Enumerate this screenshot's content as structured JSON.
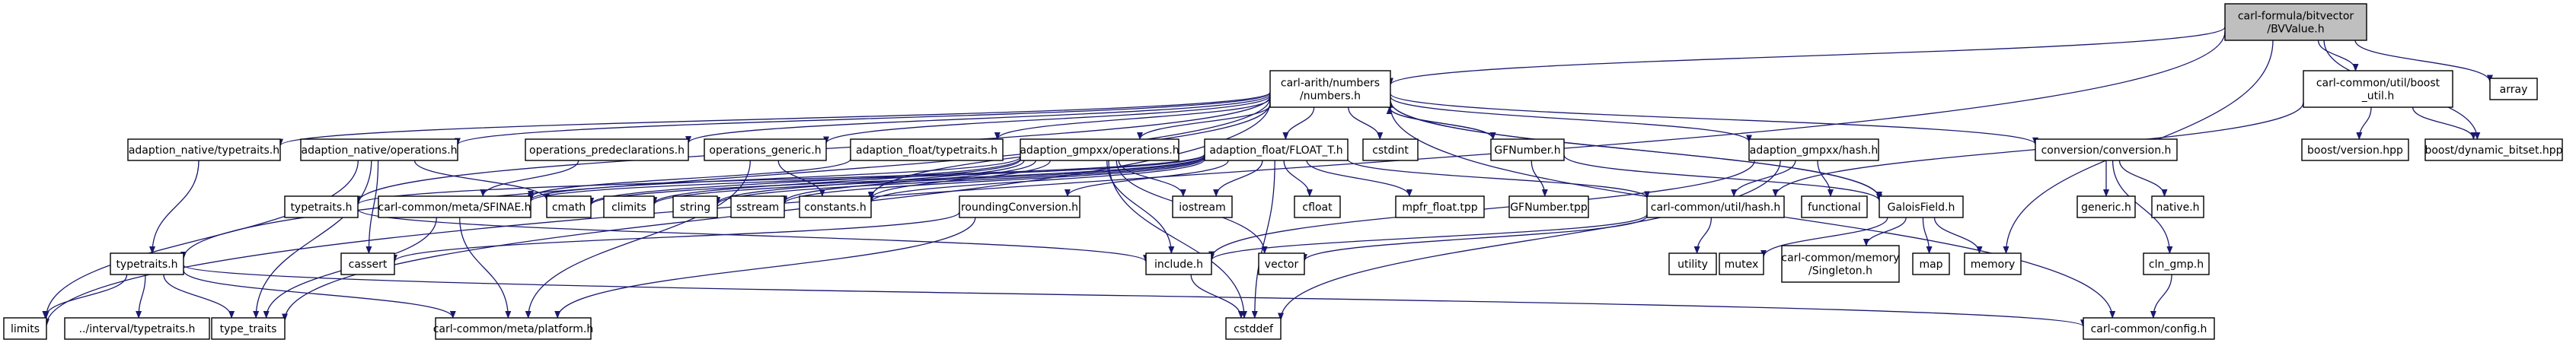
{
  "nodes": [
    {
      "id": "bv",
      "lines": [
        "carl-formula/bitvector",
        "/BVValue.h"
      ],
      "style": "root"
    },
    {
      "id": "numbers",
      "lines": [
        "carl-arith/numbers",
        "/numbers.h"
      ],
      "style": "normal"
    },
    {
      "id": "boostutil",
      "lines": [
        "carl-common/util/boost",
        "_util.h"
      ],
      "style": "normal"
    },
    {
      "id": "array",
      "lines": [
        "array"
      ],
      "style": "system"
    },
    {
      "id": "an_typetraits",
      "lines": [
        "adaption_native/typetraits.h"
      ],
      "style": "normal"
    },
    {
      "id": "an_operations",
      "lines": [
        "adaption_native/operations.h"
      ],
      "style": "normal"
    },
    {
      "id": "op_predecl",
      "lines": [
        "operations_predeclarations.h"
      ],
      "style": "normal"
    },
    {
      "id": "op_generic",
      "lines": [
        "operations_generic.h"
      ],
      "style": "normal"
    },
    {
      "id": "af_typetraits",
      "lines": [
        "adaption_float/typetraits.h"
      ],
      "style": "normal"
    },
    {
      "id": "ag_operations",
      "lines": [
        "adaption_gmpxx/operations.h"
      ],
      "style": "normal"
    },
    {
      "id": "af_floatt",
      "lines": [
        "adaption_float/FLOAT_T.h"
      ],
      "style": "normal"
    },
    {
      "id": "cstdint",
      "lines": [
        "cstdint"
      ],
      "style": "system"
    },
    {
      "id": "gfnumber",
      "lines": [
        "GFNumber.h"
      ],
      "style": "normal"
    },
    {
      "id": "ag_hash",
      "lines": [
        "adaption_gmpxx/hash.h"
      ],
      "style": "normal"
    },
    {
      "id": "conversion",
      "lines": [
        "conversion/conversion.h"
      ],
      "style": "normal"
    },
    {
      "id": "boostversion",
      "lines": [
        "boost/version.hpp"
      ],
      "style": "system"
    },
    {
      "id": "dynbitset",
      "lines": [
        "boost/dynamic_bitset.hpp"
      ],
      "style": "system"
    },
    {
      "id": "typetraits_h",
      "lines": [
        "typetraits.h"
      ],
      "style": "normal"
    },
    {
      "id": "sfinae",
      "lines": [
        "carl-common/meta/SFINAE.h"
      ],
      "style": "normal"
    },
    {
      "id": "cmath",
      "lines": [
        "cmath"
      ],
      "style": "system"
    },
    {
      "id": "climits",
      "lines": [
        "climits"
      ],
      "style": "system"
    },
    {
      "id": "string",
      "lines": [
        "string"
      ],
      "style": "system"
    },
    {
      "id": "sstream",
      "lines": [
        "sstream"
      ],
      "style": "system"
    },
    {
      "id": "constants",
      "lines": [
        "constants.h"
      ],
      "style": "normal"
    },
    {
      "id": "roundconv",
      "lines": [
        "roundingConversion.h"
      ],
      "style": "normal"
    },
    {
      "id": "iostream",
      "lines": [
        "iostream"
      ],
      "style": "system"
    },
    {
      "id": "cfloat",
      "lines": [
        "cfloat"
      ],
      "style": "system"
    },
    {
      "id": "mpfrfloat",
      "lines": [
        "mpfr_float.tpp"
      ],
      "style": "normal"
    },
    {
      "id": "gfnumbertpp",
      "lines": [
        "GFNumber.tpp"
      ],
      "style": "normal"
    },
    {
      "id": "utilhash",
      "lines": [
        "carl-common/util/hash.h"
      ],
      "style": "broken"
    },
    {
      "id": "functional",
      "lines": [
        "functional"
      ],
      "style": "system"
    },
    {
      "id": "galoisfield",
      "lines": [
        "GaloisField.h"
      ],
      "style": "normal"
    },
    {
      "id": "generic",
      "lines": [
        "generic.h"
      ],
      "style": "normal"
    },
    {
      "id": "native",
      "lines": [
        "native.h"
      ],
      "style": "normal"
    },
    {
      "id": "typetraits2",
      "lines": [
        "typetraits.h"
      ],
      "style": "normal"
    },
    {
      "id": "cassert",
      "lines": [
        "cassert"
      ],
      "style": "system"
    },
    {
      "id": "include",
      "lines": [
        "include.h"
      ],
      "style": "broken"
    },
    {
      "id": "vector",
      "lines": [
        "vector"
      ],
      "style": "system"
    },
    {
      "id": "utility",
      "lines": [
        "utility"
      ],
      "style": "system"
    },
    {
      "id": "mutex",
      "lines": [
        "mutex"
      ],
      "style": "system"
    },
    {
      "id": "singleton",
      "lines": [
        "carl-common/memory",
        "/Singleton.h"
      ],
      "style": "normal"
    },
    {
      "id": "map",
      "lines": [
        "map"
      ],
      "style": "system"
    },
    {
      "id": "memory",
      "lines": [
        "memory"
      ],
      "style": "system"
    },
    {
      "id": "clngmp",
      "lines": [
        "cln_gmp.h"
      ],
      "style": "normal"
    },
    {
      "id": "limits",
      "lines": [
        "limits"
      ],
      "style": "system"
    },
    {
      "id": "intervaltt",
      "lines": [
        "../interval/typetraits.h"
      ],
      "style": "normal"
    },
    {
      "id": "type_traits",
      "lines": [
        "type_traits"
      ],
      "style": "system"
    },
    {
      "id": "platform",
      "lines": [
        "carl-common/meta/platform.h"
      ],
      "style": "normal"
    },
    {
      "id": "cstddef",
      "lines": [
        "cstddef"
      ],
      "style": "system"
    },
    {
      "id": "config",
      "lines": [
        "carl-common/config.h"
      ],
      "style": "normal"
    }
  ],
  "edges": [
    [
      "bv",
      "numbers"
    ],
    [
      "bv",
      "boostutil"
    ],
    [
      "bv",
      "array"
    ],
    [
      "bv",
      "dynbitset"
    ],
    [
      "bv",
      "limits"
    ],
    [
      "bv",
      "memory"
    ],
    [
      "boostutil",
      "boostversion"
    ],
    [
      "boostutil",
      "dynbitset"
    ],
    [
      "boostutil",
      "utilhash"
    ],
    [
      "numbers",
      "an_typetraits"
    ],
    [
      "numbers",
      "an_operations"
    ],
    [
      "numbers",
      "op_predecl"
    ],
    [
      "numbers",
      "op_generic"
    ],
    [
      "numbers",
      "af_typetraits"
    ],
    [
      "numbers",
      "ag_operations"
    ],
    [
      "numbers",
      "af_floatt"
    ],
    [
      "numbers",
      "cstdint"
    ],
    [
      "numbers",
      "gfnumber"
    ],
    [
      "numbers",
      "ag_hash"
    ],
    [
      "numbers",
      "conversion"
    ],
    [
      "numbers",
      "typetraits_h"
    ],
    [
      "numbers",
      "galoisfield"
    ],
    [
      "numbers",
      "config"
    ],
    [
      "numbers",
      "constants"
    ],
    [
      "numbers",
      "type_traits"
    ],
    [
      "numbers",
      "typetraits2"
    ],
    [
      "an_typetraits",
      "typetraits2"
    ],
    [
      "an_operations",
      "cmath"
    ],
    [
      "an_operations",
      "cassert"
    ],
    [
      "an_operations",
      "limits"
    ],
    [
      "an_operations",
      "type_traits"
    ],
    [
      "op_predecl",
      "sfinae"
    ],
    [
      "op_generic",
      "constants"
    ],
    [
      "op_generic",
      "platform"
    ],
    [
      "af_typetraits",
      "sfinae"
    ],
    [
      "ag_operations",
      "sfinae"
    ],
    [
      "ag_operations",
      "include"
    ],
    [
      "ag_operations",
      "cstddef"
    ],
    [
      "ag_operations",
      "vector"
    ],
    [
      "ag_operations",
      "iostream"
    ],
    [
      "ag_operations",
      "string"
    ],
    [
      "ag_operations",
      "climits"
    ],
    [
      "ag_operations",
      "cmath"
    ],
    [
      "ag_operations",
      "constants"
    ],
    [
      "ag_operations",
      "sstream"
    ],
    [
      "af_floatt",
      "typetraits_h"
    ],
    [
      "af_floatt",
      "sfinae"
    ],
    [
      "af_floatt",
      "cmath"
    ],
    [
      "af_floatt",
      "climits"
    ],
    [
      "af_floatt",
      "string"
    ],
    [
      "af_floatt",
      "sstream"
    ],
    [
      "af_floatt",
      "constants"
    ],
    [
      "af_floatt",
      "roundconv"
    ],
    [
      "af_floatt",
      "iostream"
    ],
    [
      "af_floatt",
      "cfloat"
    ],
    [
      "af_floatt",
      "mpfrfloat"
    ],
    [
      "af_floatt",
      "cstddef"
    ],
    [
      "af_floatt",
      "utilhash"
    ],
    [
      "gfnumber",
      "gfnumbertpp"
    ],
    [
      "gfnumber",
      "galoisfield"
    ],
    [
      "gfnumber",
      "numbers"
    ],
    [
      "ag_hash",
      "utilhash"
    ],
    [
      "ag_hash",
      "functional"
    ],
    [
      "ag_hash",
      "include"
    ],
    [
      "ag_hash",
      "cstddef"
    ],
    [
      "conversion",
      "generic"
    ],
    [
      "conversion",
      "native"
    ],
    [
      "conversion",
      "clngmp"
    ],
    [
      "typetraits_h",
      "include"
    ],
    [
      "sfinae",
      "platform"
    ],
    [
      "sfinae",
      "type_traits"
    ],
    [
      "roundconv",
      "cassert"
    ],
    [
      "roundconv",
      "platform"
    ],
    [
      "utilhash",
      "utility"
    ],
    [
      "utilhash",
      "vector"
    ],
    [
      "utilhash",
      "include"
    ],
    [
      "galoisfield",
      "mutex"
    ],
    [
      "galoisfield",
      "singleton"
    ],
    [
      "galoisfield",
      "map"
    ],
    [
      "galoisfield",
      "memory"
    ],
    [
      "galoisfield",
      "numbers"
    ],
    [
      "typetraits2",
      "limits"
    ],
    [
      "typetraits2",
      "intervaltt"
    ],
    [
      "typetraits2",
      "type_traits"
    ],
    [
      "typetraits2",
      "platform"
    ],
    [
      "typetraits2",
      "config"
    ],
    [
      "include",
      "cstddef"
    ],
    [
      "clngmp",
      "config"
    ]
  ],
  "colors": {
    "edge": "#191970",
    "root_fill": "#bfbfbf",
    "node_border": "#000000",
    "broken_border": "#ff0000",
    "system_border": "#bfbfbf",
    "system_text": "#555555"
  }
}
